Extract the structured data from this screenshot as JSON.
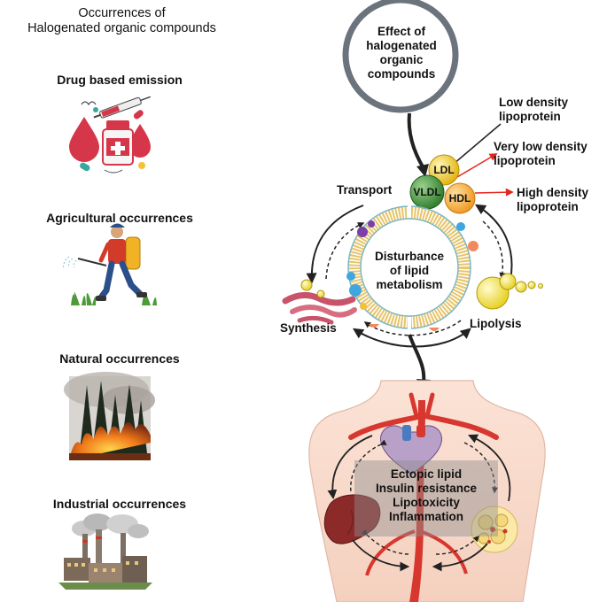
{
  "left": {
    "title_line1": "Occurrences of",
    "title_line2": "Halogenated organic compounds",
    "sections": [
      {
        "label": "Drug based emission",
        "icon": "drug-emission-icon"
      },
      {
        "label": "Agricultural occurrences",
        "icon": "farmer-spraying-icon"
      },
      {
        "label": "Natural occurrences",
        "icon": "forest-fire-icon"
      },
      {
        "label": "Industrial occurrences",
        "icon": "factory-icon"
      }
    ]
  },
  "effect": {
    "line1": "Effect of",
    "line2": "halogenated",
    "line3": "organic",
    "line4": "compounds"
  },
  "lipoproteins": {
    "ldl": {
      "abbr": "LDL",
      "name_line1": "Low density",
      "name_line2": "lipoprotein"
    },
    "vldl": {
      "abbr": "VLDL",
      "name_line1": "Very low density",
      "name_line2": "lipoprotein"
    },
    "hdl": {
      "abbr": "HDL",
      "name_line1": "High density",
      "name_line2": "lipoprotein"
    }
  },
  "cycle": {
    "transport": "Transport",
    "synthesis": "Synthesis",
    "lipolysis": "Lipolysis",
    "center_line1": "Disturbance",
    "center_line2": "of lipid",
    "center_line3": "metabolism"
  },
  "effects": [
    "Ectopic lipid",
    "Insulin resistance",
    "Lipotoxicity",
    "Inflammation"
  ],
  "colors": {
    "ring": "#6b737d",
    "ldl": "#f2c419",
    "vldl": "#3f8f3a",
    "hdl": "#f4a52a",
    "red_arrow": "#e3261c",
    "membrane": "#e8c46a",
    "artery": "#d7372e"
  }
}
